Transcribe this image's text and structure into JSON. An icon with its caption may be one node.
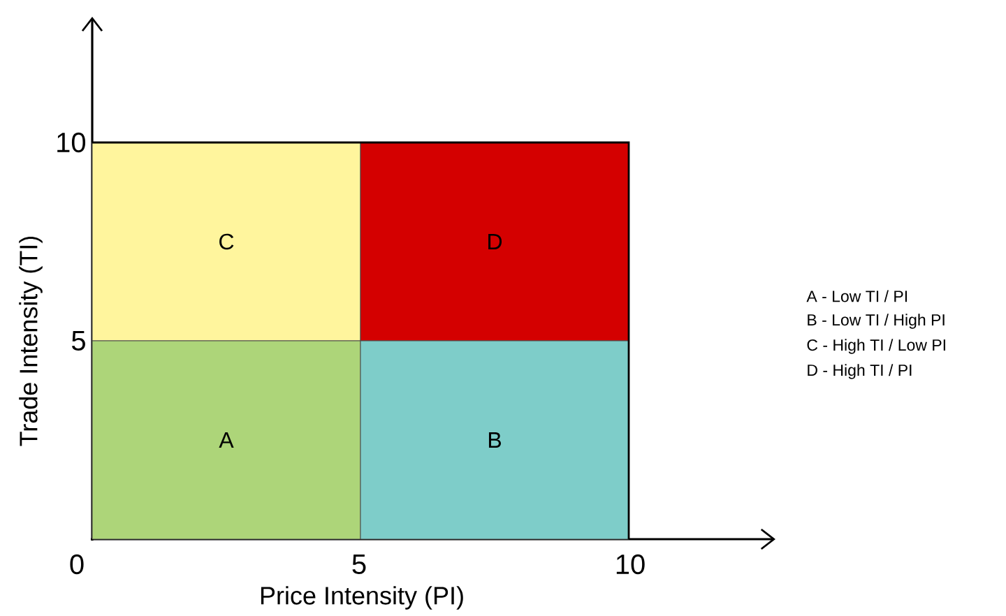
{
  "diagram": {
    "nodes": [
      {
        "text": [
          "C"
        ]
      },
      {
        "text": [
          "D"
        ]
      },
      {
        "text": [
          "A"
        ]
      },
      {
        "text": [
          "B"
        ]
      }
    ],
    "labels": [
      "10",
      "5",
      "Trade Intensity (TI)",
      "A - Low TI / PI",
      "B - Low TI / High PI",
      "C - High TI / Low PI",
      "D - High TI / PI",
      "0",
      "5",
      "10",
      "Price Intensity (PI)"
    ]
  }
}
